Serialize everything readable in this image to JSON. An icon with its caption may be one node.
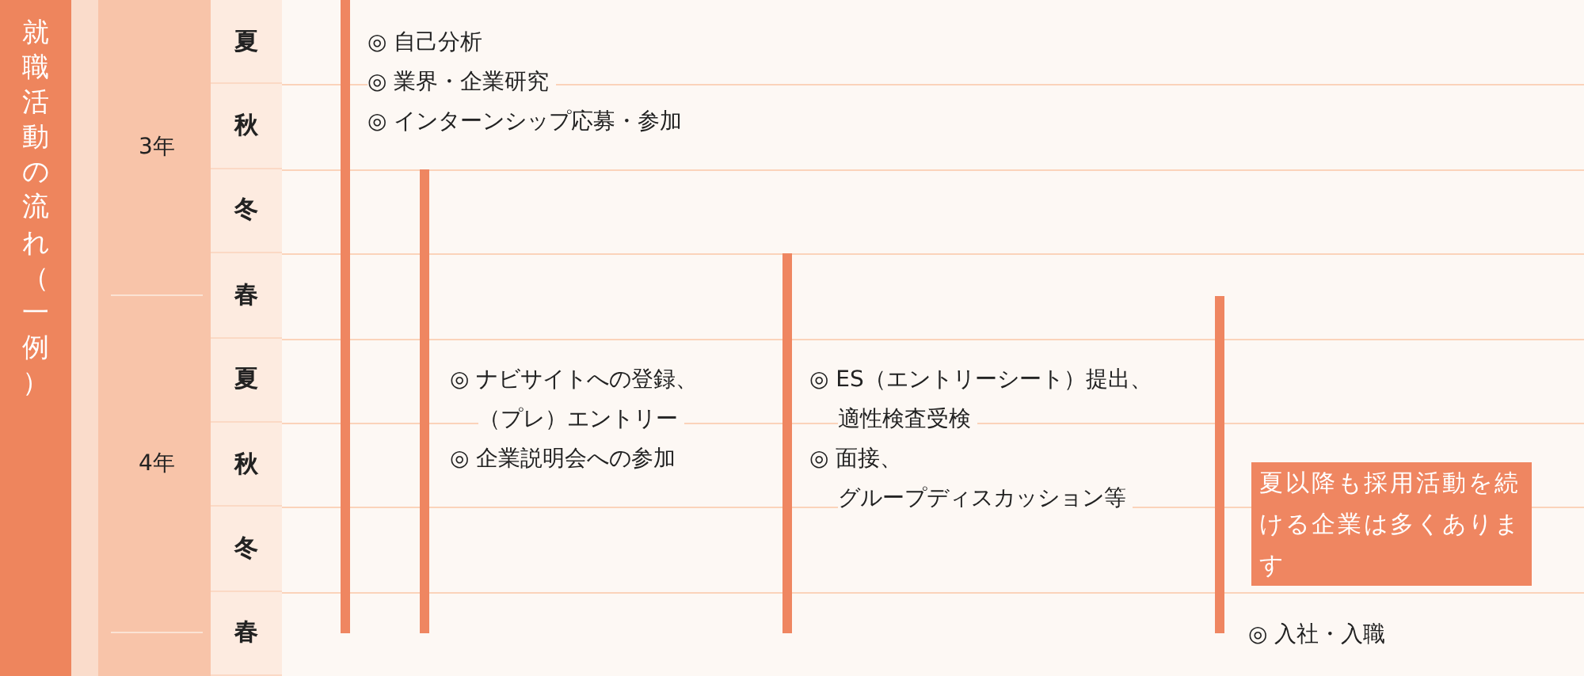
{
  "diagram": {
    "title": "就職活動の流れ（一例）",
    "nodes": [
      {
        "text": [
          "3年"
        ]
      },
      {
        "text": [
          "4年"
        ]
      },
      {
        "text": [
          "夏"
        ]
      },
      {
        "text": [
          "秋"
        ]
      },
      {
        "text": [
          "冬"
        ]
      },
      {
        "text": [
          "春"
        ]
      },
      {
        "text": [
          "夏"
        ]
      },
      {
        "text": [
          "秋"
        ]
      },
      {
        "text": [
          "冬"
        ]
      },
      {
        "text": [
          "春"
        ]
      },
      {
        "text": [
          "夏以降も採用活動を続ける企業は多くあります"
        ]
      }
    ],
    "labels": [
      "◎ 自己分析",
      "◎ 業界・企業研究",
      "◎ インターンシップ応募・参加",
      "◎ ナビサイトへの登録、（プレ）エントリー",
      "◎ 企業説明会への参加",
      "◎ ES（エントリーシート）提出、適性検査受検",
      "◎ 面接、グループディスカッション等",
      "◎ 入社・入職"
    ]
  }
}
